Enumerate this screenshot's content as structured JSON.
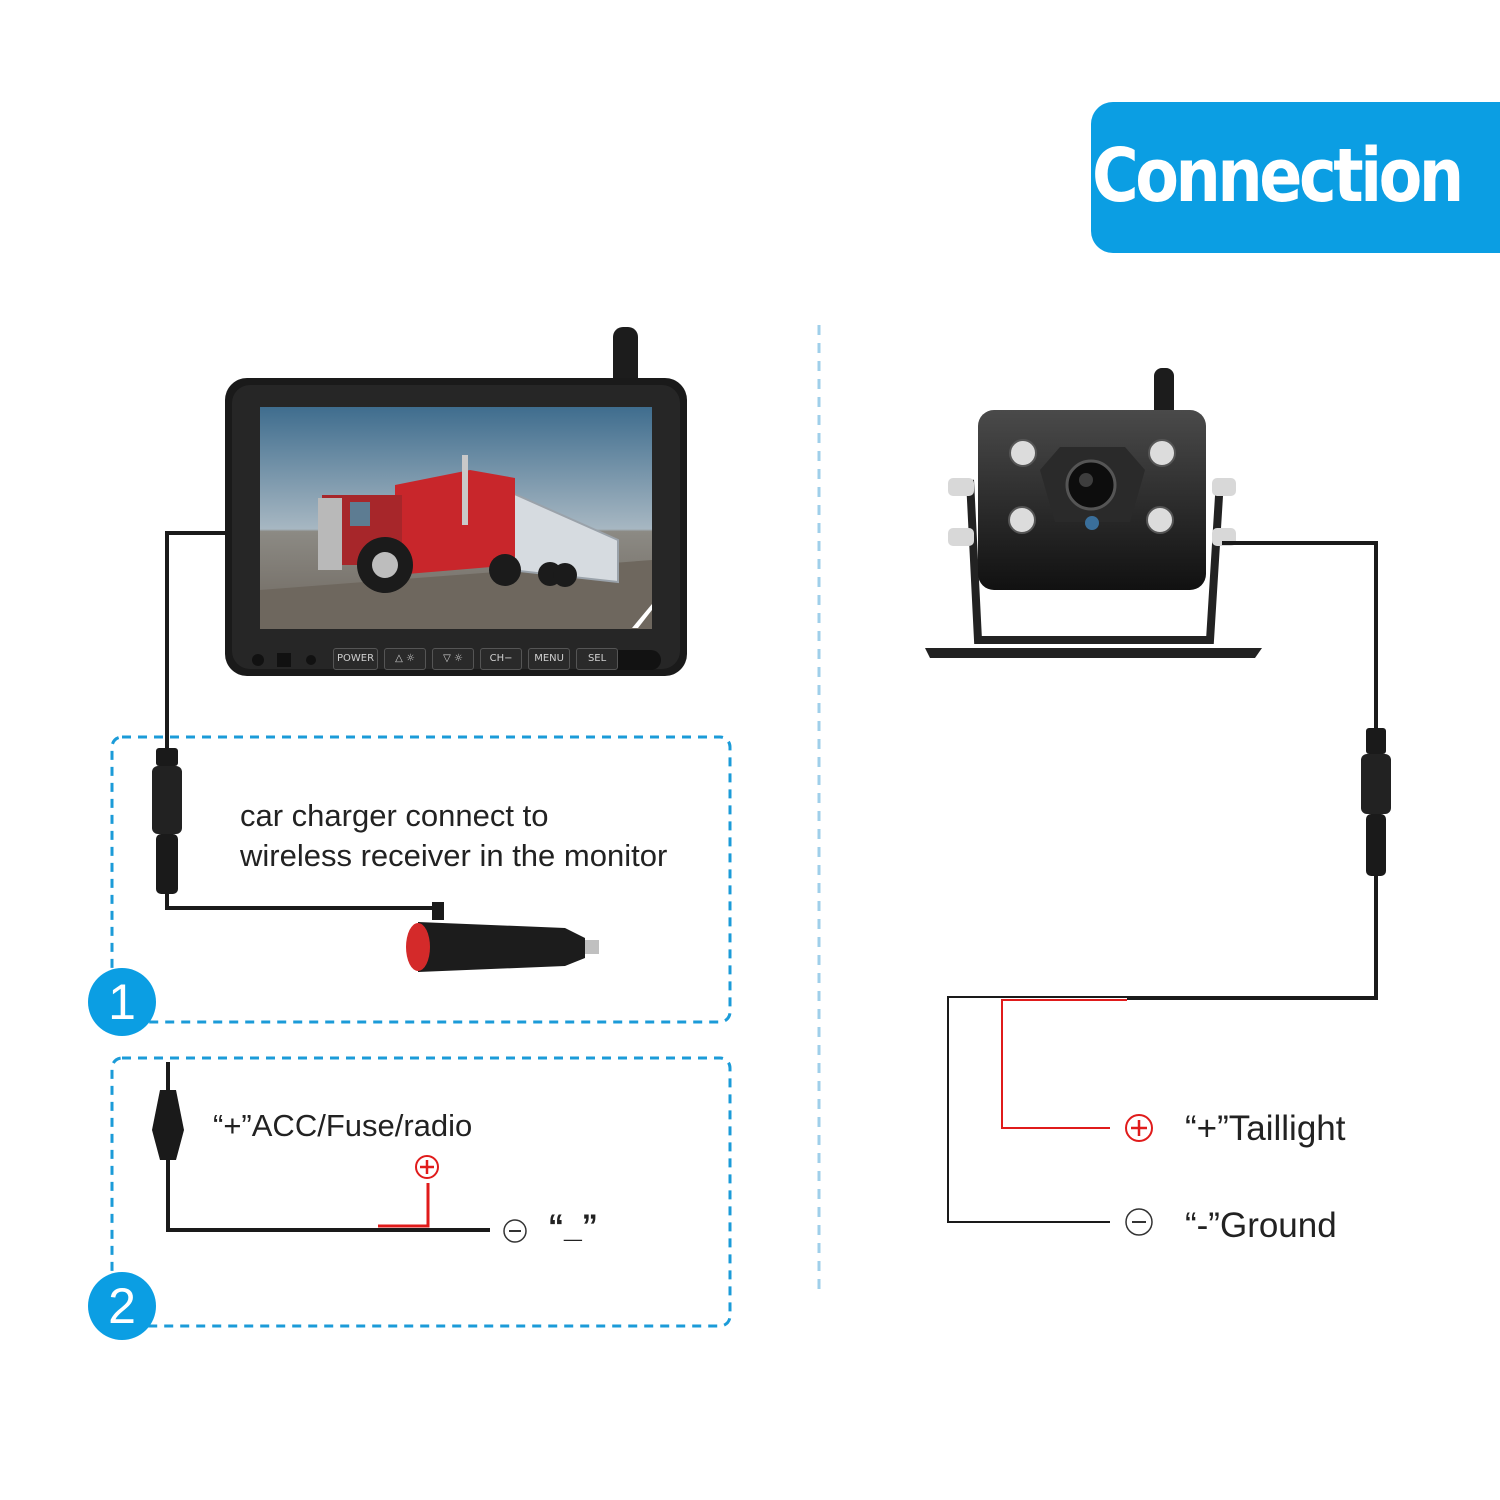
{
  "header": {
    "title": "Connection"
  },
  "monitor": {
    "buttons": [
      "POWER",
      "△ ☼",
      "▽ ☼",
      "CH−",
      "MENU",
      "SEL"
    ]
  },
  "step1": {
    "number": "1",
    "caption_line1": "car charger connect to",
    "caption_line2": "wireless receiver in the monitor"
  },
  "step2": {
    "number": "2",
    "positive_label": "“+”ACC/Fuse/radio",
    "negative_label": "“_”"
  },
  "camera_wiring": {
    "positive_label": "“+”Taillight",
    "negative_label": "“-”Ground"
  },
  "colors": {
    "accent": "#0b9ee3",
    "wire_black": "#1a1a1a",
    "wire_red": "#e01b1b",
    "dashed_border": "#1b9bd8"
  },
  "icons": [
    "plus-circle-icon",
    "minus-circle-icon"
  ]
}
